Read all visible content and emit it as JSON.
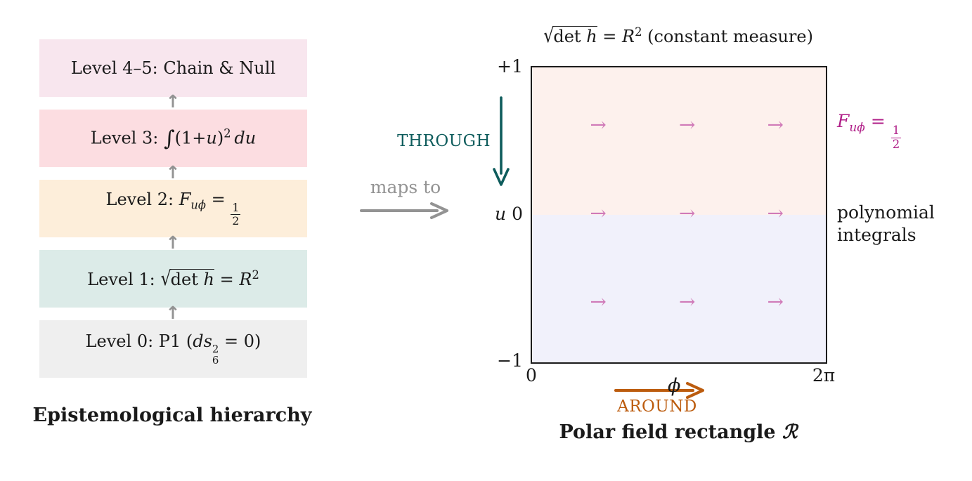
{
  "colors": {
    "teal": "#0e5c5c",
    "orange": "#bc5c0e",
    "gray": "#939393",
    "pink": "#d07ab8",
    "magenta": "#b01f88",
    "rect-top": "#fdf1ed",
    "rect-bottom": "#f1f1fb",
    "ink": "#1a1a1a"
  },
  "hierarchy": {
    "title": "Epistemological hierarchy",
    "arrow_glyph": "↑",
    "levels": [
      {
        "html": "Level 4–5: Chain &amp; Null",
        "bg": "#f8e6ee"
      },
      {
        "html": "Level 3: <span class='int'>∫</span>(1+<i>u</i>)<sup>2</sup>&thinsp;<i>du</i>",
        "bg": "#fcdde1"
      },
      {
        "html": "Level 2: <i>F</i><span class='msub'><i>uϕ</i></span> = <span class='frac'><span class='fn'>1</span><span>2</span></span>",
        "bg": "#fdeeda"
      },
      {
        "html": "Level 1: <span class='sqrt'><span class='rad'>√</span><span class='ovl'>det&nbsp;<i>h</i></span></span> = <i>R</i><sup>2</sup>",
        "bg": "#dcebe8"
      },
      {
        "html": "Level 0: P1 (<i>ds</i><span class='supsub'><span>2</span><span>6</span></span> = 0)",
        "bg": "#efefef"
      }
    ]
  },
  "connector": {
    "maps_to": "maps to"
  },
  "field": {
    "measure_html": "<span class='sqrt'><span class='rad'>√</span><span class='ovl'>det&nbsp;<i>h</i></span></span> = <i>R</i><sup>2</sup> (constant measure)",
    "title_html": "Polar field rectangle <span class='scr'>ℛ</span>",
    "through": "THROUGH",
    "around": "AROUND",
    "u_axis_label": "u",
    "tick_top": "+1",
    "tick_mid": "0",
    "tick_bottom": "−1",
    "tick_x_left": "0",
    "tick_x_right": "2π",
    "phi_axis_label": "ϕ",
    "arrow_glyph": "→",
    "f_label_html": "<i>F</i><span class='msub'><i>uϕ</i></span> = <span class='frac'><span class='fn'>1</span><span>2</span></span>",
    "note_html": "polynomial<br>integrals"
  }
}
